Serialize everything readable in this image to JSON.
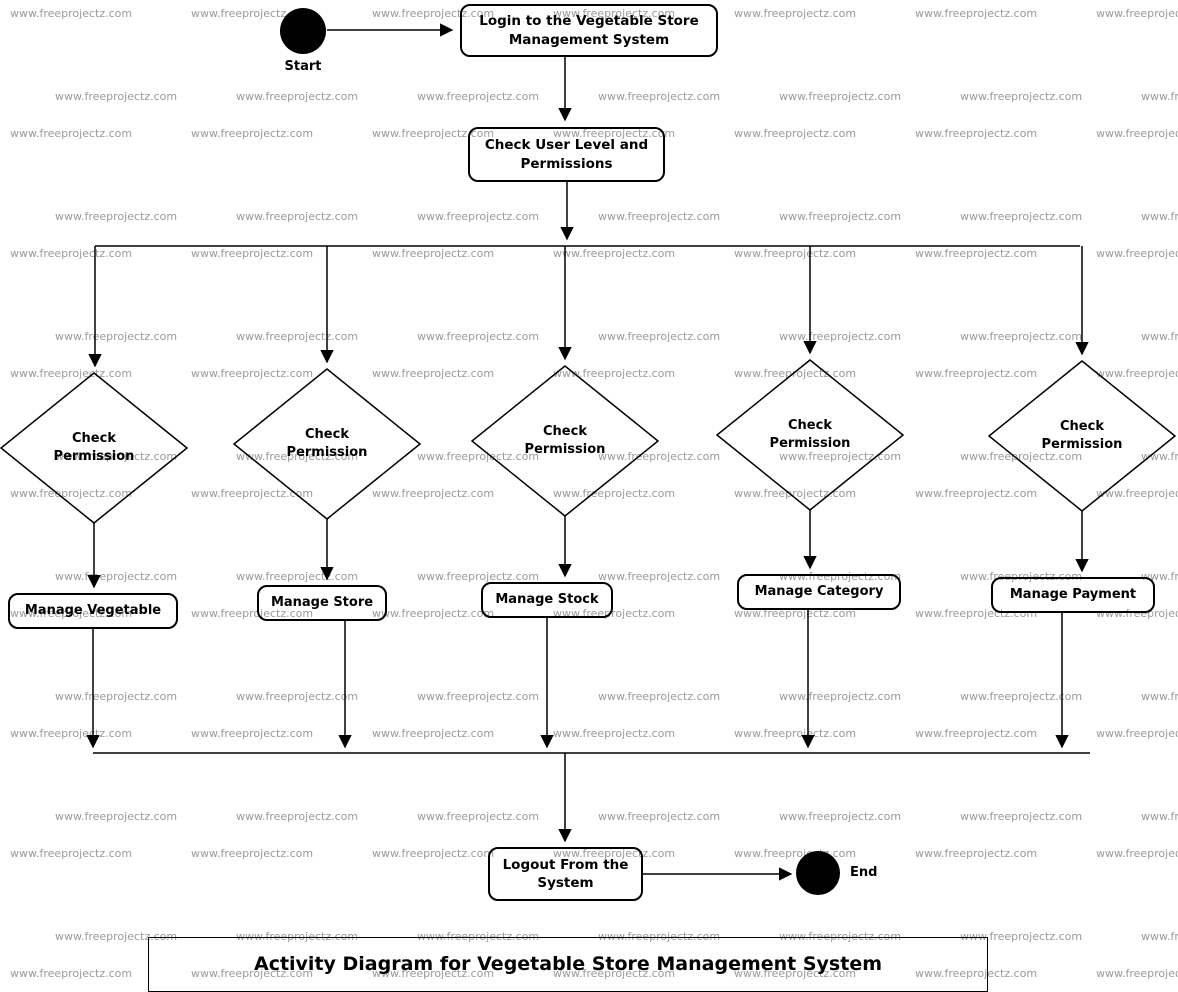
{
  "watermark": {
    "text": "www.freeprojectz.com",
    "color": "#9a9a9a"
  },
  "title": "Activity Diagram for Vegetable Store Management System",
  "nodes": {
    "start_label": "Start",
    "login": "Login to the Vegetable Store Management System",
    "check_user": "Check User Level and Permissions",
    "logout": "Logout From the System",
    "end_label": "End"
  },
  "branches": [
    {
      "decision": "Check Permission",
      "activity": "Manage Vegetable"
    },
    {
      "decision": "Check Permission",
      "activity": "Manage Store"
    },
    {
      "decision": "Check Permission",
      "activity": "Manage Stock"
    },
    {
      "decision": "Check Permission",
      "activity": "Manage Category"
    },
    {
      "decision": "Check Permission",
      "activity": "Manage Payment"
    }
  ]
}
